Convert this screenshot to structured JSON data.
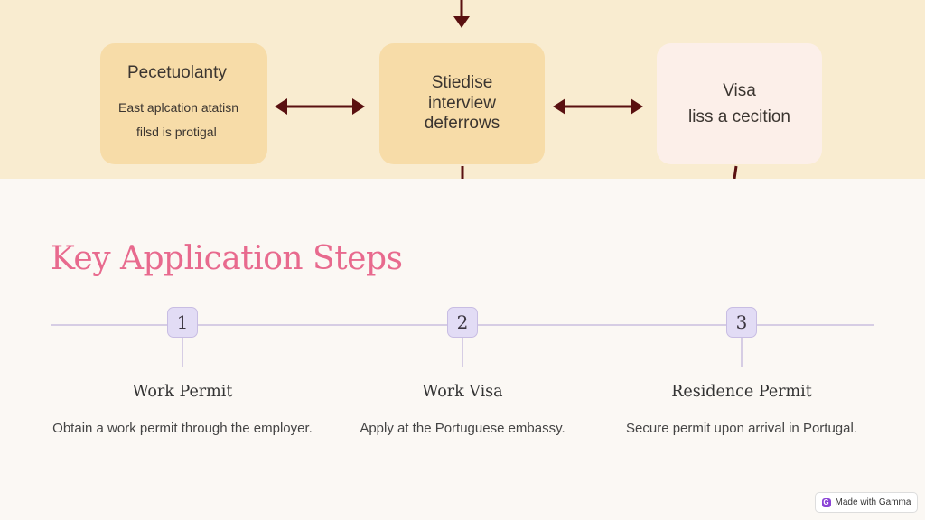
{
  "hero": {
    "box1": {
      "title": "Pecetuolanty",
      "line1": "East aplcation atatisn",
      "line2": "filsd is protigal"
    },
    "box2": {
      "line1": "Stiedise",
      "line2": "interview",
      "line3": "deferrows"
    },
    "box3": {
      "line1": "Visa",
      "line2": "liss a cecition"
    }
  },
  "section": {
    "title": "Key Application Steps"
  },
  "steps": [
    {
      "number": "1",
      "title": "Work Permit",
      "description": "Obtain a work permit through the employer."
    },
    {
      "number": "2",
      "title": "Work Visa",
      "description": "Apply at the Portuguese embassy."
    },
    {
      "number": "3",
      "title": "Residence Permit",
      "description": "Secure permit upon arrival in Portugal."
    }
  ],
  "badge": {
    "label": "Made with Gamma",
    "icon": "gamma-logo-icon"
  },
  "colors": {
    "title": "#e86a8e",
    "arrow": "#5a1010",
    "timeline": "#d6cde4",
    "badge_fill": "#e2dcf5"
  }
}
